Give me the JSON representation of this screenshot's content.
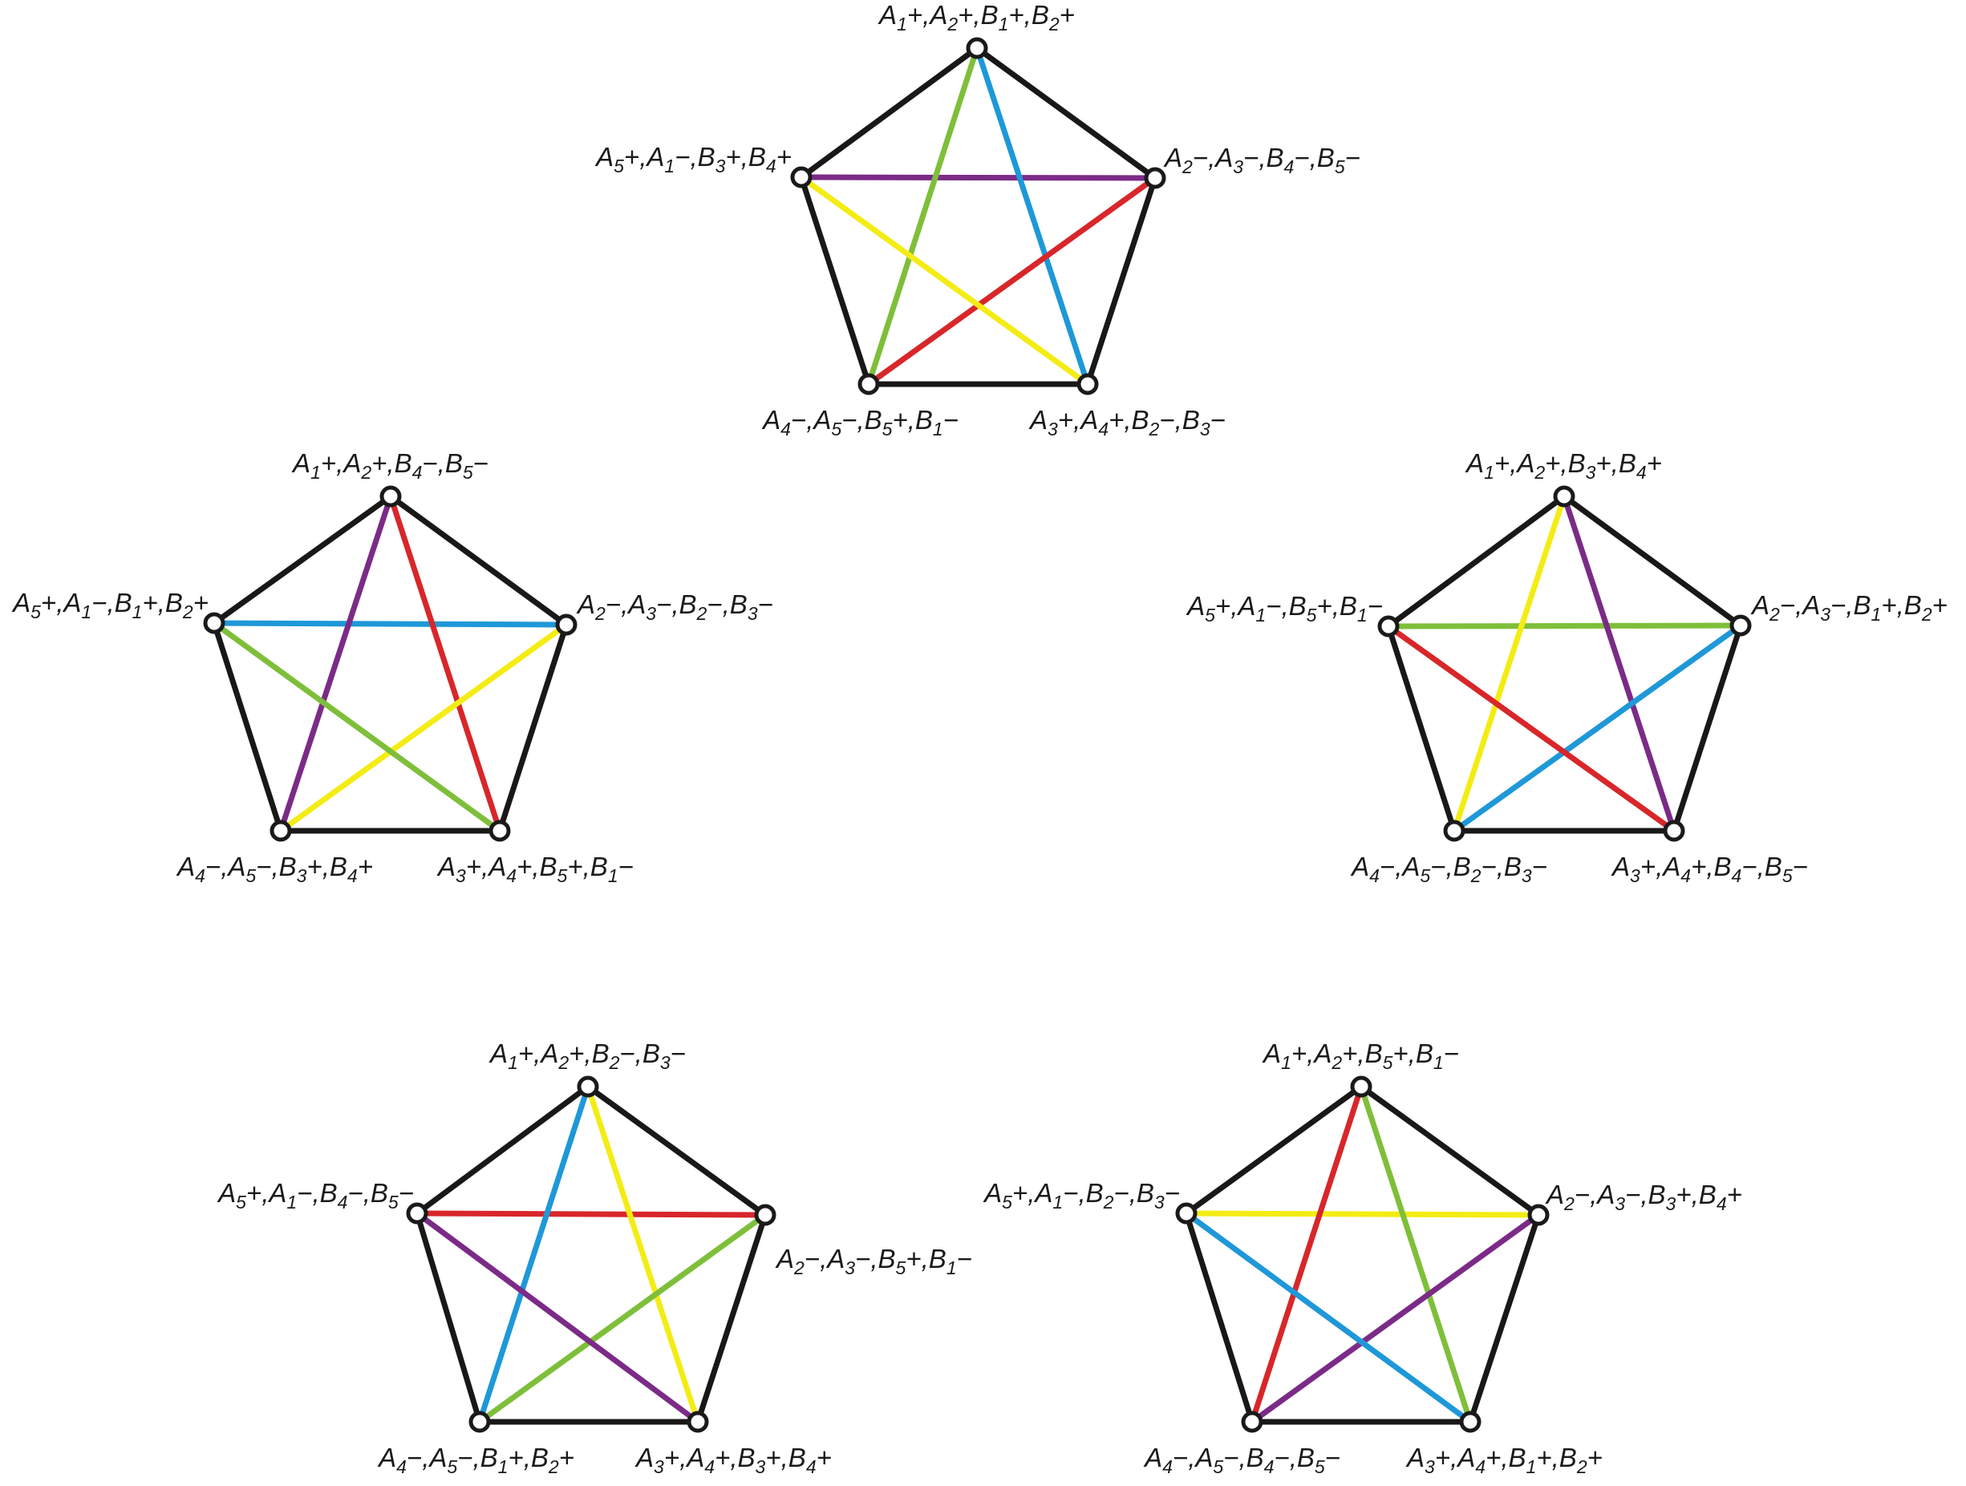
{
  "colors": {
    "outline": "#1a1717",
    "purple": "#7b2b87",
    "green": "#7ebf3a",
    "blue": "#1e98d8",
    "red": "#d8262a",
    "yellow": "#f4ec14"
  },
  "pentagons": [
    {
      "vertices": [
        [
          [
            "A",
            "1",
            "+"
          ],
          [
            "A",
            "2",
            "+"
          ],
          [
            "B",
            "1",
            "+"
          ],
          [
            "B",
            "2",
            "+"
          ]
        ],
        [
          [
            "A",
            "2",
            "−"
          ],
          [
            "A",
            "3",
            "−"
          ],
          [
            "B",
            "4",
            "−"
          ],
          [
            "B",
            "5",
            "−"
          ]
        ],
        [
          [
            "A",
            "3",
            "+"
          ],
          [
            "A",
            "4",
            "+"
          ],
          [
            "B",
            "2",
            "−"
          ],
          [
            "B",
            "3",
            "−"
          ]
        ],
        [
          [
            "A",
            "4",
            "−"
          ],
          [
            "A",
            "5",
            "−"
          ],
          [
            "B",
            "5",
            "+"
          ],
          [
            "B",
            "1",
            "−"
          ]
        ],
        [
          [
            "A",
            "5",
            "+"
          ],
          [
            "A",
            "1",
            "−"
          ],
          [
            "B",
            "3",
            "+"
          ],
          [
            "B",
            "4",
            "+"
          ]
        ]
      ],
      "chords": [
        {
          "from": 4,
          "to": 1,
          "color": "purple"
        },
        {
          "from": 0,
          "to": 3,
          "color": "green"
        },
        {
          "from": 0,
          "to": 2,
          "color": "blue"
        },
        {
          "from": 1,
          "to": 3,
          "color": "red"
        },
        {
          "from": 4,
          "to": 2,
          "color": "yellow"
        }
      ]
    },
    {
      "vertices": [
        [
          [
            "A",
            "1",
            "+"
          ],
          [
            "A",
            "2",
            "+"
          ],
          [
            "B",
            "4",
            "−"
          ],
          [
            "B",
            "5",
            "−"
          ]
        ],
        [
          [
            "A",
            "2",
            "−"
          ],
          [
            "A",
            "3",
            "−"
          ],
          [
            "B",
            "2",
            "−"
          ],
          [
            "B",
            "3",
            "−"
          ]
        ],
        [
          [
            "A",
            "3",
            "+"
          ],
          [
            "A",
            "4",
            "+"
          ],
          [
            "B",
            "5",
            "+"
          ],
          [
            "B",
            "1",
            "−"
          ]
        ],
        [
          [
            "A",
            "4",
            "−"
          ],
          [
            "A",
            "5",
            "−"
          ],
          [
            "B",
            "3",
            "+"
          ],
          [
            "B",
            "4",
            "+"
          ]
        ],
        [
          [
            "A",
            "5",
            "+"
          ],
          [
            "A",
            "1",
            "−"
          ],
          [
            "B",
            "1",
            "+"
          ],
          [
            "B",
            "2",
            "+"
          ]
        ]
      ],
      "chords": [
        {
          "from": 4,
          "to": 1,
          "color": "blue"
        },
        {
          "from": 0,
          "to": 3,
          "color": "purple"
        },
        {
          "from": 0,
          "to": 2,
          "color": "red"
        },
        {
          "from": 1,
          "to": 3,
          "color": "yellow"
        },
        {
          "from": 4,
          "to": 2,
          "color": "green"
        }
      ]
    },
    {
      "vertices": [
        [
          [
            "A",
            "1",
            "+"
          ],
          [
            "A",
            "2",
            "+"
          ],
          [
            "B",
            "3",
            "+"
          ],
          [
            "B",
            "4",
            "+"
          ]
        ],
        [
          [
            "A",
            "2",
            "−"
          ],
          [
            "A",
            "3",
            "−"
          ],
          [
            "B",
            "1",
            "+"
          ],
          [
            "B",
            "2",
            "+"
          ]
        ],
        [
          [
            "A",
            "3",
            "+"
          ],
          [
            "A",
            "4",
            "+"
          ],
          [
            "B",
            "4",
            "−"
          ],
          [
            "B",
            "5",
            "−"
          ]
        ],
        [
          [
            "A",
            "4",
            "−"
          ],
          [
            "A",
            "5",
            "−"
          ],
          [
            "B",
            "2",
            "−"
          ],
          [
            "B",
            "3",
            "−"
          ]
        ],
        [
          [
            "A",
            "5",
            "+"
          ],
          [
            "A",
            "1",
            "−"
          ],
          [
            "B",
            "5",
            "+"
          ],
          [
            "B",
            "1",
            "−"
          ]
        ]
      ],
      "chords": [
        {
          "from": 4,
          "to": 1,
          "color": "green"
        },
        {
          "from": 0,
          "to": 3,
          "color": "yellow"
        },
        {
          "from": 0,
          "to": 2,
          "color": "purple"
        },
        {
          "from": 1,
          "to": 3,
          "color": "blue"
        },
        {
          "from": 4,
          "to": 2,
          "color": "red"
        }
      ]
    },
    {
      "vertices": [
        [
          [
            "A",
            "1",
            "+"
          ],
          [
            "A",
            "2",
            "+"
          ],
          [
            "B",
            "2",
            "−"
          ],
          [
            "B",
            "3",
            "−"
          ]
        ],
        [
          [
            "A",
            "2",
            "−"
          ],
          [
            "A",
            "3",
            "−"
          ],
          [
            "B",
            "5",
            "+"
          ],
          [
            "B",
            "1",
            "−"
          ]
        ],
        [
          [
            "A",
            "3",
            "+"
          ],
          [
            "A",
            "4",
            "+"
          ],
          [
            "B",
            "3",
            "+"
          ],
          [
            "B",
            "4",
            "+"
          ]
        ],
        [
          [
            "A",
            "4",
            "−"
          ],
          [
            "A",
            "5",
            "−"
          ],
          [
            "B",
            "1",
            "+"
          ],
          [
            "B",
            "2",
            "+"
          ]
        ],
        [
          [
            "A",
            "5",
            "+"
          ],
          [
            "A",
            "1",
            "−"
          ],
          [
            "B",
            "4",
            "−"
          ],
          [
            "B",
            "5",
            "−"
          ]
        ]
      ],
      "chords": [
        {
          "from": 4,
          "to": 1,
          "color": "red"
        },
        {
          "from": 0,
          "to": 3,
          "color": "blue"
        },
        {
          "from": 0,
          "to": 2,
          "color": "yellow"
        },
        {
          "from": 1,
          "to": 3,
          "color": "green"
        },
        {
          "from": 4,
          "to": 2,
          "color": "purple"
        }
      ]
    },
    {
      "vertices": [
        [
          [
            "A",
            "1",
            "+"
          ],
          [
            "A",
            "2",
            "+"
          ],
          [
            "B",
            "5",
            "+"
          ],
          [
            "B",
            "1",
            "−"
          ]
        ],
        [
          [
            "A",
            "2",
            "−"
          ],
          [
            "A",
            "3",
            "−"
          ],
          [
            "B",
            "3",
            "+"
          ],
          [
            "B",
            "4",
            "+"
          ]
        ],
        [
          [
            "A",
            "3",
            "+"
          ],
          [
            "A",
            "4",
            "+"
          ],
          [
            "B",
            "1",
            "+"
          ],
          [
            "B",
            "2",
            "+"
          ]
        ],
        [
          [
            "A",
            "4",
            "−"
          ],
          [
            "A",
            "5",
            "−"
          ],
          [
            "B",
            "4",
            "−"
          ],
          [
            "B",
            "5",
            "−"
          ]
        ],
        [
          [
            "A",
            "5",
            "+"
          ],
          [
            "A",
            "1",
            "−"
          ],
          [
            "B",
            "2",
            "−"
          ],
          [
            "B",
            "3",
            "−"
          ]
        ]
      ],
      "chords": [
        {
          "from": 4,
          "to": 1,
          "color": "yellow"
        },
        {
          "from": 0,
          "to": 3,
          "color": "red"
        },
        {
          "from": 0,
          "to": 2,
          "color": "green"
        },
        {
          "from": 1,
          "to": 3,
          "color": "purple"
        },
        {
          "from": 4,
          "to": 2,
          "color": "blue"
        }
      ]
    }
  ]
}
